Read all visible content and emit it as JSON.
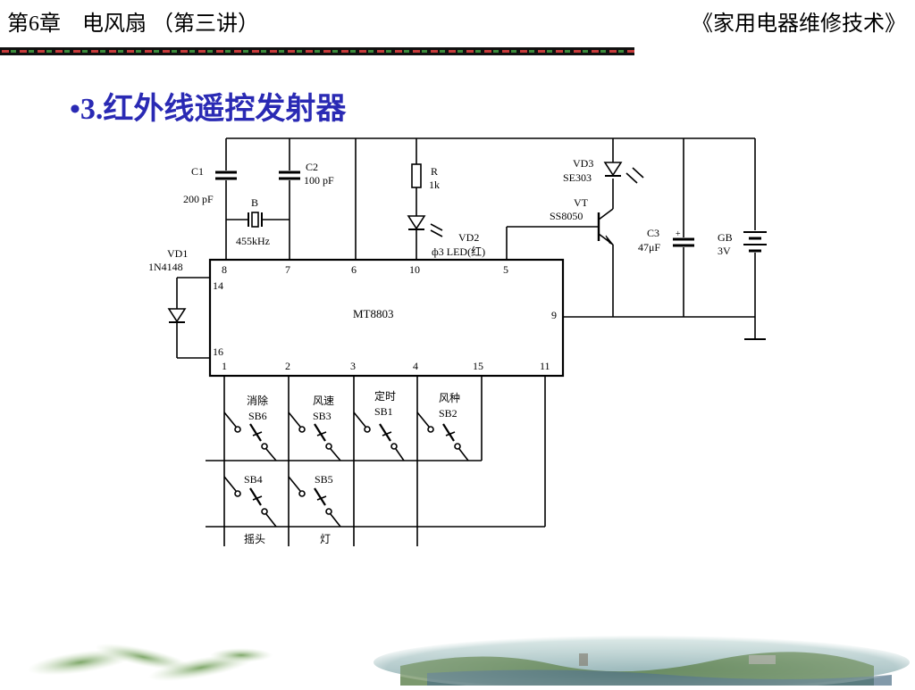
{
  "header": {
    "left": "第6章　电风扇 （第三讲）",
    "right": "《家用电器维修技术》"
  },
  "title": "•3.红外线遥控发射器",
  "circuit": {
    "ic": "MT8803",
    "c1": "C1",
    "c1_value": "200 pF",
    "c2": "C2",
    "c2_value": "100 pF",
    "crystal": "B",
    "crystal_value": "455kHz",
    "vd1": "VD1",
    "vd1_part": "1N4148",
    "r": "R",
    "r_value": "1k",
    "vd2": "VD2",
    "vd2_part": "ф3 LED(红)",
    "vd3": "VD3",
    "vd3_part": "SE303",
    "vt": "VT",
    "vt_part": "SS8050",
    "c3": "C3",
    "c3_value": "47μF",
    "gb": "GB",
    "gb_value": "3V",
    "pins": [
      "8",
      "7",
      "6",
      "10",
      "5",
      "14",
      "16",
      "9",
      "1",
      "2",
      "3",
      "4",
      "15",
      "11"
    ],
    "switches": [
      {
        "func": "消除",
        "id": "SB6"
      },
      {
        "func": "风速",
        "id": "SB3"
      },
      {
        "func": "定时",
        "id": "SB1"
      },
      {
        "func": "风种",
        "id": "SB2"
      },
      {
        "func": "",
        "id": "SB4"
      },
      {
        "func": "",
        "id": "SB5"
      }
    ],
    "bottom_labels": [
      "摇头",
      "灯"
    ]
  }
}
